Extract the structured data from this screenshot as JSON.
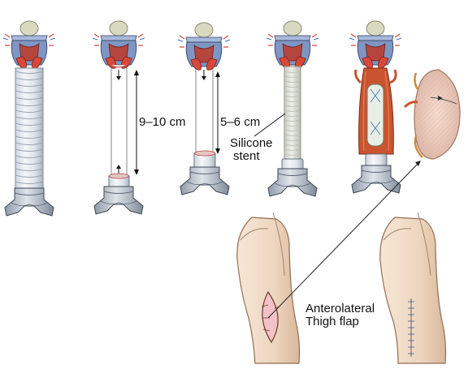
{
  "figure": {
    "stage_labels": {
      "gap_length": "9–10 cm",
      "shortened_gap_length": "5–6 cm",
      "stent_line1": "Silicone",
      "stent_line2": "stent",
      "flap_line1": "Anterolateral",
      "flap_line2": "Thigh flap"
    },
    "panels": [
      "intact-trachea",
      "resected-segment",
      "approximated-ends",
      "silicone-stent-placed",
      "flap-wrapped"
    ],
    "colors": {
      "ring_blue": "#aeb9c9",
      "larynx_blue": "#7f96c4",
      "cartilage_red": "#d8483a",
      "thyroid_bone": "#d9d9c2",
      "stent_grey": "#d9dcd4",
      "flap_skin": "#e8c8b3",
      "muscle_red": "#c9542f",
      "skin_tone": "#efd8c2"
    }
  }
}
